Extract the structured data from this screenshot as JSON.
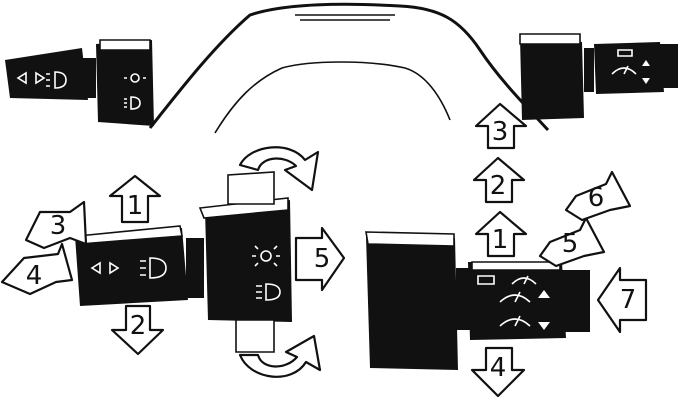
{
  "labels": {
    "left_up": "1",
    "left_down": "2",
    "left_forward": "3",
    "left_back": "4",
    "left_end": "5",
    "right_up1": "1",
    "right_up2": "2",
    "right_up3": "3",
    "right_down": "4",
    "right_push5": "5",
    "right_push6": "6",
    "right_end": "7"
  },
  "icons": {
    "turn_signal": "left-right-arrows-icon",
    "headlight": "headlight-icon",
    "parking_light": "parking-light-icon",
    "wiper": "wiper-icon",
    "washer": "washer-icon",
    "arrow_up": "triangle-up-icon",
    "arrow_down": "triangle-down-icon"
  },
  "colors": {
    "ink": "#111111",
    "paper": "#ffffff"
  }
}
